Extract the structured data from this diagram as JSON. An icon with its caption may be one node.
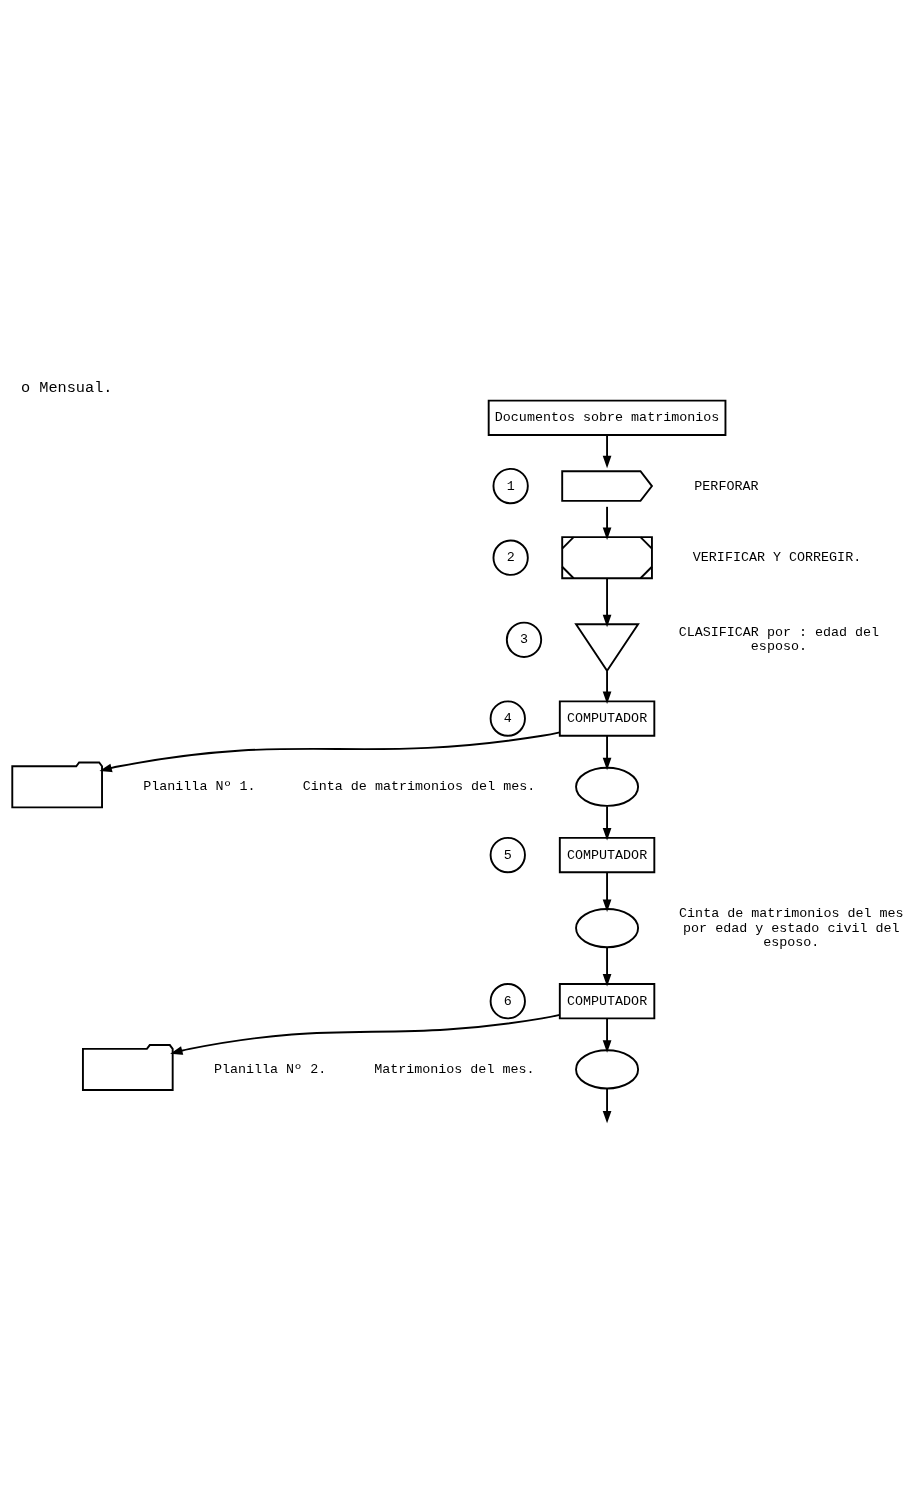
{
  "diagram": {
    "title": "o Mensual.",
    "nodes": [
      {
        "text": [
          "Documentos sobre matrimonios"
        ]
      },
      {
        "text": [
          "1"
        ]
      },
      {
        "text": [],
        "shape": "card",
        "beside": [
          "PERFORAR"
        ]
      },
      {
        "text": [
          "2"
        ]
      },
      {
        "text": [],
        "shape": "box",
        "beside": [
          "VERIFICAR Y CORREGIR."
        ]
      },
      {
        "text": [
          "3"
        ]
      },
      {
        "text": [],
        "shape": "triangle",
        "beside": [
          "CLASIFICAR por : edad del esposo."
        ]
      },
      {
        "text": [
          "4"
        ]
      },
      {
        "text": [
          "COMPUTADOR"
        ]
      },
      {
        "text": [],
        "shape": "document",
        "beside": [
          "Planilla Nº 1."
        ]
      },
      {
        "text": [],
        "shape": "oval",
        "beside": [
          "Cinta de matrimonios del mes."
        ]
      },
      {
        "text": [
          "5"
        ]
      },
      {
        "text": [
          "COMPUTADOR"
        ]
      },
      {
        "text": [],
        "shape": "oval",
        "beside": [
          "Cinta de matrimonios del mes por edad y estado civil del esposo."
        ]
      },
      {
        "text": [
          "6"
        ]
      },
      {
        "text": [
          "COMPUTADOR"
        ]
      },
      {
        "text": [],
        "shape": "document",
        "beside": [
          "Planilla Nº 2."
        ]
      },
      {
        "text": [],
        "shape": "oval",
        "beside": [
          "Matrimonios del mes."
        ]
      }
    ],
    "edges": [
      {
        "from": 0,
        "to": 2,
        "arrow": "to"
      },
      {
        "from": 2,
        "to": 4,
        "arrow": "to"
      },
      {
        "from": 4,
        "to": 6,
        "arrow": "to"
      },
      {
        "from": 6,
        "to": 8,
        "arrow": "to"
      },
      {
        "from": 8,
        "to": 9,
        "arrow": "to"
      },
      {
        "from": 8,
        "to": 10,
        "arrow": "to"
      },
      {
        "from": 10,
        "to": 12,
        "arrow": "to"
      },
      {
        "from": 12,
        "to": 13,
        "arrow": "to"
      },
      {
        "from": 13,
        "to": 15,
        "arrow": "to"
      },
      {
        "from": 15,
        "to": 16,
        "arrow": "to"
      },
      {
        "from": 15,
        "to": 17,
        "arrow": "to"
      },
      {
        "from": 17,
        "to": null,
        "arrow": "to"
      }
    ]
  }
}
